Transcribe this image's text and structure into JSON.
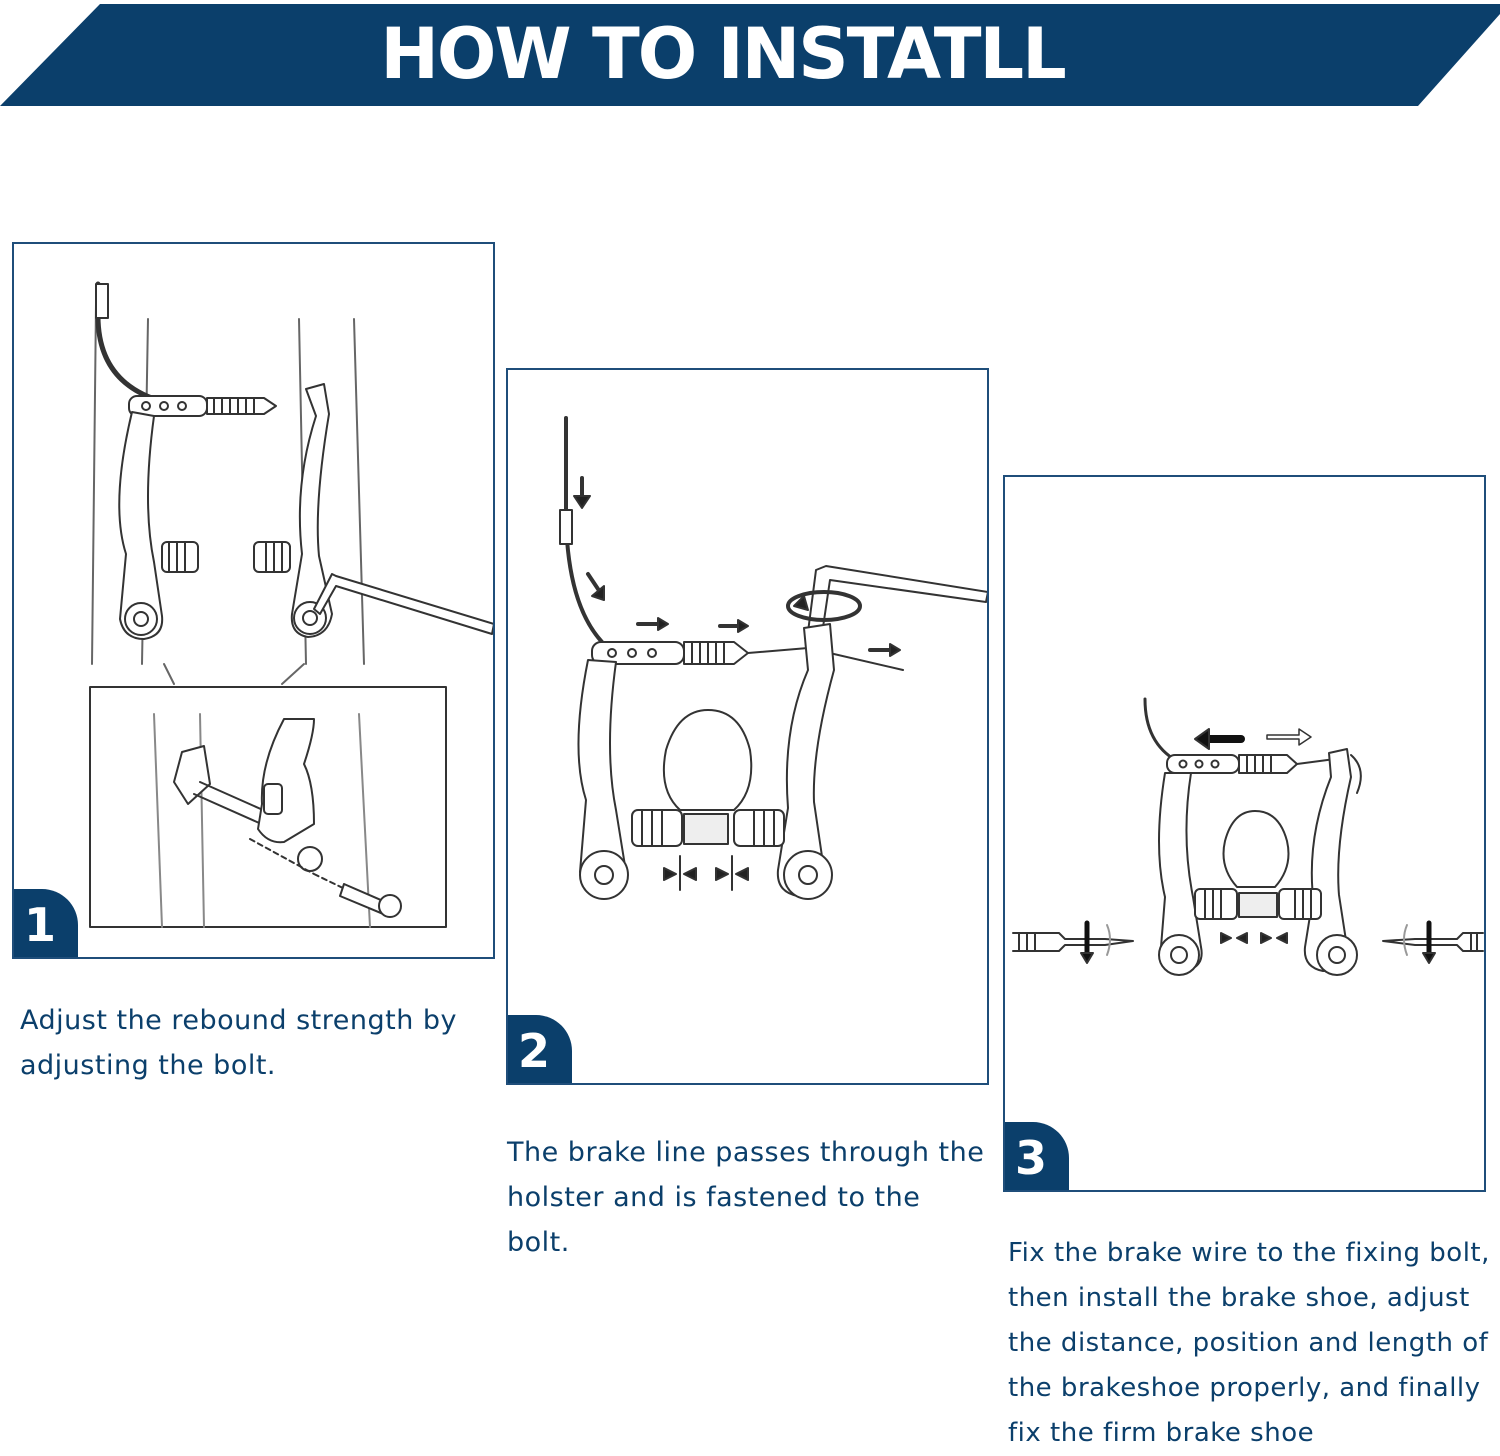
{
  "header": {
    "title": "HOW TO INSTATLL",
    "color": "#0b3f6b"
  },
  "steps": [
    {
      "number": "1",
      "caption": "Adjust the rebound strength by adjusting the bolt."
    },
    {
      "number": "2",
      "caption": "The brake line passes through the holster and is fastened to the bolt."
    },
    {
      "number": "3",
      "caption": "Fix the brake wire to the fixing bolt, then install the brake shoe, adjust the distance, position and length of the brakeshoe properly, and finally fix the firm brake shoe"
    }
  ]
}
